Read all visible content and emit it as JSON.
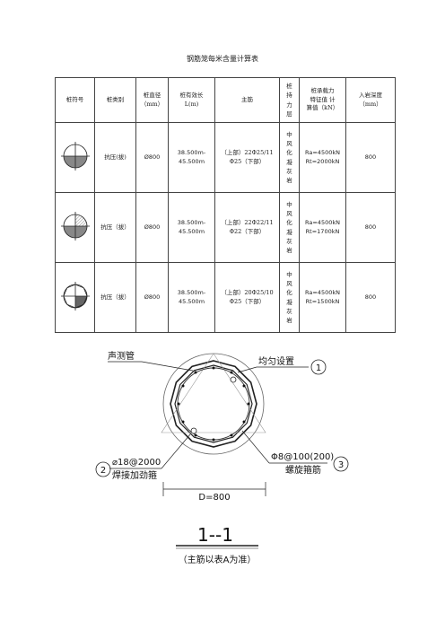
{
  "title": "钢筋笼每米含量计算表",
  "table": {
    "headers": {
      "pile_symbol": "桩符号",
      "pile_type": "桩类别",
      "pile_diameter": "桩直径\n（mm）",
      "effective_length": "桩有效长\nL(m)",
      "main_rebar": "主筋",
      "bearing_layer": "桩持力层",
      "capacity": "桩承载力\n特征值 计\n算值（kN）",
      "rock_depth": "入岩深度\n（mm）"
    },
    "rows": [
      {
        "pile_type": "抗压(拔)",
        "diameter": "Ø800",
        "length": "38.500m-\n45.500m",
        "main_rebar": "（上部）22Φ25/11\nΦ25（下部）",
        "layer": "中风化凝灰岩",
        "capacity": "Ra=4500kN\nRt=2000kN",
        "depth": "800"
      },
      {
        "pile_type": "抗压（拔）",
        "diameter": "Ø800",
        "length": "38.500m-\n45.500m",
        "main_rebar": "（上部）22Φ22/11\nΦ22（下部）",
        "layer": "中风化凝灰岩",
        "capacity": "Ra=4500kN\nRt=1700kN",
        "depth": "800"
      },
      {
        "pile_type": "抗压（拔）",
        "diameter": "Ø800",
        "length": "38.500m-\n45.500m",
        "main_rebar": "（上部）20Φ25/10\nΦ25（下部）",
        "layer": "中风化凝灰岩",
        "capacity": "Ra=4500kN\nRt=1500kN",
        "depth": "800"
      }
    ]
  },
  "drawing": {
    "label_sounding_tube": "声测管",
    "label_uniform": "均匀设置",
    "label_stiffener": "⌀18@2000",
    "label_stiffener_desc": "焊接加劲箍",
    "label_spiral": "Φ8@100(200)",
    "label_spiral_desc": "螺旋箍筋",
    "num_1": "1",
    "num_2": "2",
    "num_3": "3",
    "dimension": "D=800",
    "section_mark": "1--1",
    "section_note": "（主筋以表A为准）"
  }
}
